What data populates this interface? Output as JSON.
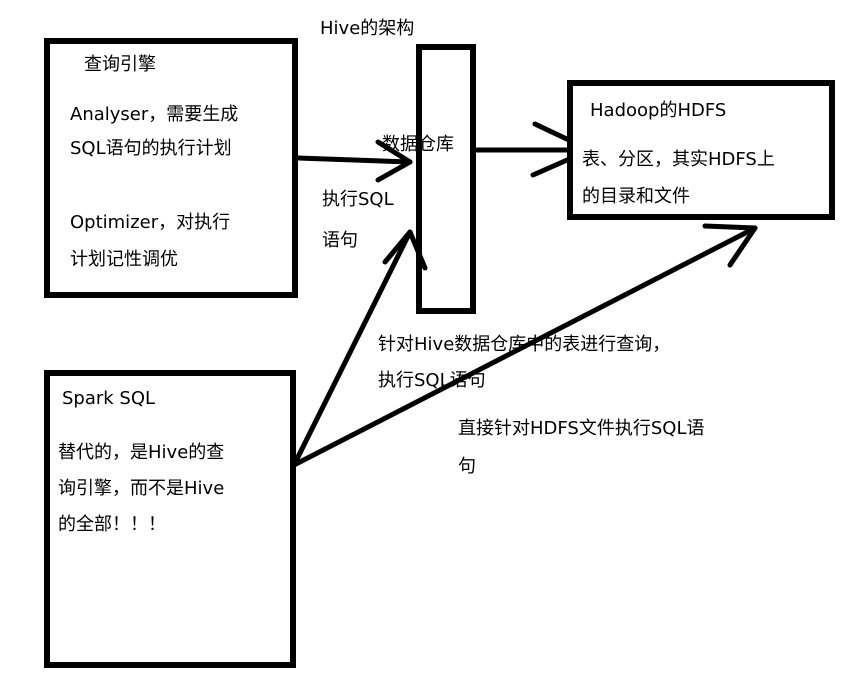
{
  "title": "Hive的架构",
  "query_engine": {
    "heading": "查询引擎",
    "analyser": [
      "Analyser，需要生成",
      "SQL语句的执行计划"
    ],
    "optimizer": [
      "Optimizer，对执行",
      "计划记性调优"
    ]
  },
  "warehouse": {
    "label": "数据仓库"
  },
  "exec_sql": [
    "执行SQL",
    "语句"
  ],
  "hdfs": {
    "heading": "Hadoop的HDFS",
    "desc": [
      "表、分区，其实HDFS上",
      "的目录和文件"
    ]
  },
  "spark_sql": {
    "heading": "Spark SQL",
    "desc": [
      "替代的，是Hive的查",
      "询引擎，而不是Hive",
      "的全部！！！"
    ]
  },
  "note_hive": [
    "针对Hive数据仓库中的表进行查询，",
    "执行SQL语句"
  ],
  "note_hdfs": [
    "直接针对HDFS文件执行SQL语",
    "句"
  ]
}
